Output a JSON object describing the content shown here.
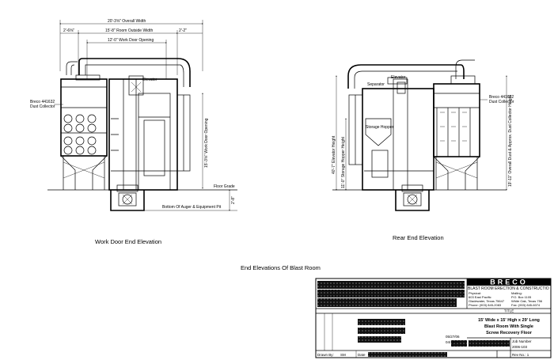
{
  "drawing": {
    "sheet_title": "End Elevations Of Blast Room",
    "views": [
      {
        "title": "Work Door End Elevation"
      },
      {
        "title": "Rear End Elevation"
      }
    ],
    "left_view_labels": {
      "overall_width": "20'-3⅝\" Overall Width",
      "room_outside_width": "15'-8\" Room Outside Width",
      "work_door_opening": "12'-0\" Work Door Opening",
      "left_offset": "2'-6⅝\"",
      "right_offset": "2'-2\"",
      "elevator": "Elevator",
      "collector_line1": "Breco 441632",
      "collector_line2": "Dust Collector",
      "door_height": "15'-3⅝\" Work Door Opening",
      "floor_grade": "Floor Grade",
      "pit_depth": "2'-8\"",
      "pit_bottom": "Bottom Of Auger & Equipment Pit"
    },
    "right_view_labels": {
      "separator": "Separator",
      "elevator": "Elevator",
      "storage_hopper": "Storage Hopper",
      "collector_line1": "Breco 441632",
      "collector_line2": "Dust Collector",
      "elevator_height": "40'-7\" Elevator Height",
      "hopper_height": "11'-0\" Storage Hopper Height",
      "collector_height": "19'-11\" Overall Dust & Approx. Dust Collector Height"
    }
  },
  "title_block": {
    "company": "BRECO",
    "company_subtitle": "BLAST ROOM ERECTION & CONSTRUCTIO",
    "physical_label": "Physical:",
    "physical_line1": "603 East Pacific",
    "physical_line2": "Gladewater, Texas 75647",
    "physical_phone": "Phone: (903) 845-2083",
    "mailing_label": "Mailing:",
    "mailing_line1": "P.O. Box 1105",
    "mailing_line2": "White Oak, Texas 756",
    "mailing_fax": "Fax: (903) 845-6074",
    "title_label": "TITLE",
    "title_line1": "15' Wide x 15' High x 29' Long",
    "title_line2": "Blast Room With Single",
    "title_line3": "Screw Recovery Floor",
    "date1": "05/27/06",
    "date2": "04/18/06",
    "job_number_label": "Job Number",
    "job_number": "2006-103",
    "rev_label": "Rev No.: 1",
    "drawn_by_label": "Drawn By:",
    "drawn_by": "SM",
    "date_label": "Date"
  }
}
